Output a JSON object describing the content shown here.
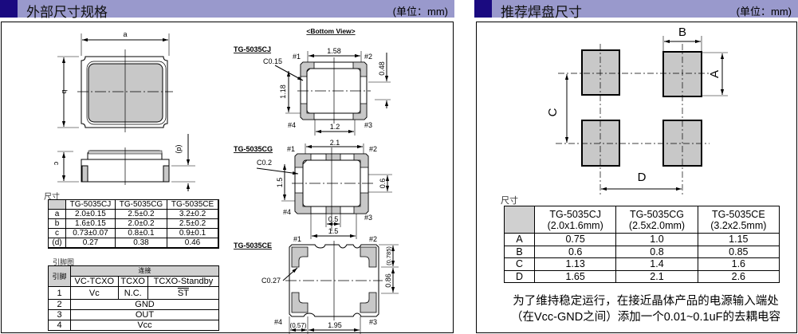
{
  "left": {
    "title": "外部尺寸规格",
    "unit": "(单位：mm)",
    "diagram": {
      "a": "a",
      "b": "b",
      "c": "c",
      "d": "(d)"
    },
    "bottom_view": "<Bottom View>",
    "cj": {
      "name": "TG-5035CJ",
      "chamfer": "C0.15",
      "w": "1.58",
      "h": "1.18",
      "pad": "0.48",
      "gap": "1.2",
      "p1": "#1",
      "p2": "#2",
      "p3": "#3",
      "p4": "#4"
    },
    "cg": {
      "name": "TG-5035CG",
      "chamfer": "C0.2",
      "w": "2.1",
      "h": "1.5",
      "pad": "0.6",
      "mid": "0.5",
      "gap": "1.5",
      "p1": "#1",
      "p2": "#2",
      "p3": "#3",
      "p4": "#4"
    },
    "ce": {
      "name": "TG-5035CE",
      "chamfer": "C0.27",
      "top": "(0.785)",
      "h": "0.86",
      "edge": "(0.57)",
      "gap": "1.95",
      "p1": "#1",
      "p2": "#2",
      "p3": "#3",
      "p4": "#4"
    },
    "size_table": {
      "label": "尺寸",
      "headers": [
        "",
        "TG-5035CJ",
        "TG-5035CG",
        "TG-5035CE"
      ],
      "rows": [
        [
          "a",
          "2.0±0.15",
          "2.5±0.2",
          "3.2±0.2"
        ],
        [
          "b",
          "1.6±0.15",
          "2.0±0.2",
          "2.5±0.2"
        ],
        [
          "c",
          "0.73±0.07",
          "0.8±0.1",
          "0.9±0.1"
        ],
        [
          "(d)",
          "0.27",
          "0.38",
          "0.46"
        ]
      ]
    },
    "pin_table": {
      "label": "引脚图",
      "pin": "引脚",
      "conn": "连接",
      "sub": [
        "VC-TCXO",
        "TCXO",
        "TCXO-Standby"
      ],
      "rows": [
        [
          "1",
          "Vc",
          "N.C.",
          "ST"
        ],
        [
          "2",
          "GND"
        ],
        [
          "3",
          "OUT"
        ],
        [
          "4",
          "Vcc"
        ]
      ]
    }
  },
  "right": {
    "title": "推荐焊盘尺寸",
    "unit": "(单位：mm)",
    "diagram": {
      "A": "A",
      "B": "B",
      "C": "C",
      "D": "D"
    },
    "table": {
      "label": "尺寸",
      "headers": [
        [
          "TG-5035CJ",
          "(2.0x1.6mm)"
        ],
        [
          "TG-5035CG",
          "(2.5x2.0mm)"
        ],
        [
          "TG-5035CE",
          "(3.2x2.5mm)"
        ]
      ],
      "rows": [
        [
          "A",
          "0.75",
          "1.0",
          "1.15"
        ],
        [
          "B",
          "0.6",
          "0.8",
          "0.85"
        ],
        [
          "C",
          "1.13",
          "1.4",
          "1.6"
        ],
        [
          "D",
          "1.65",
          "2.1",
          "2.6"
        ]
      ]
    },
    "note": [
      "为了维持稳定运行，在接近晶体产品的电源输入端处",
      "（在Vcc-GND之间）添加一个0.01~0.1uF的去耦电容"
    ]
  }
}
